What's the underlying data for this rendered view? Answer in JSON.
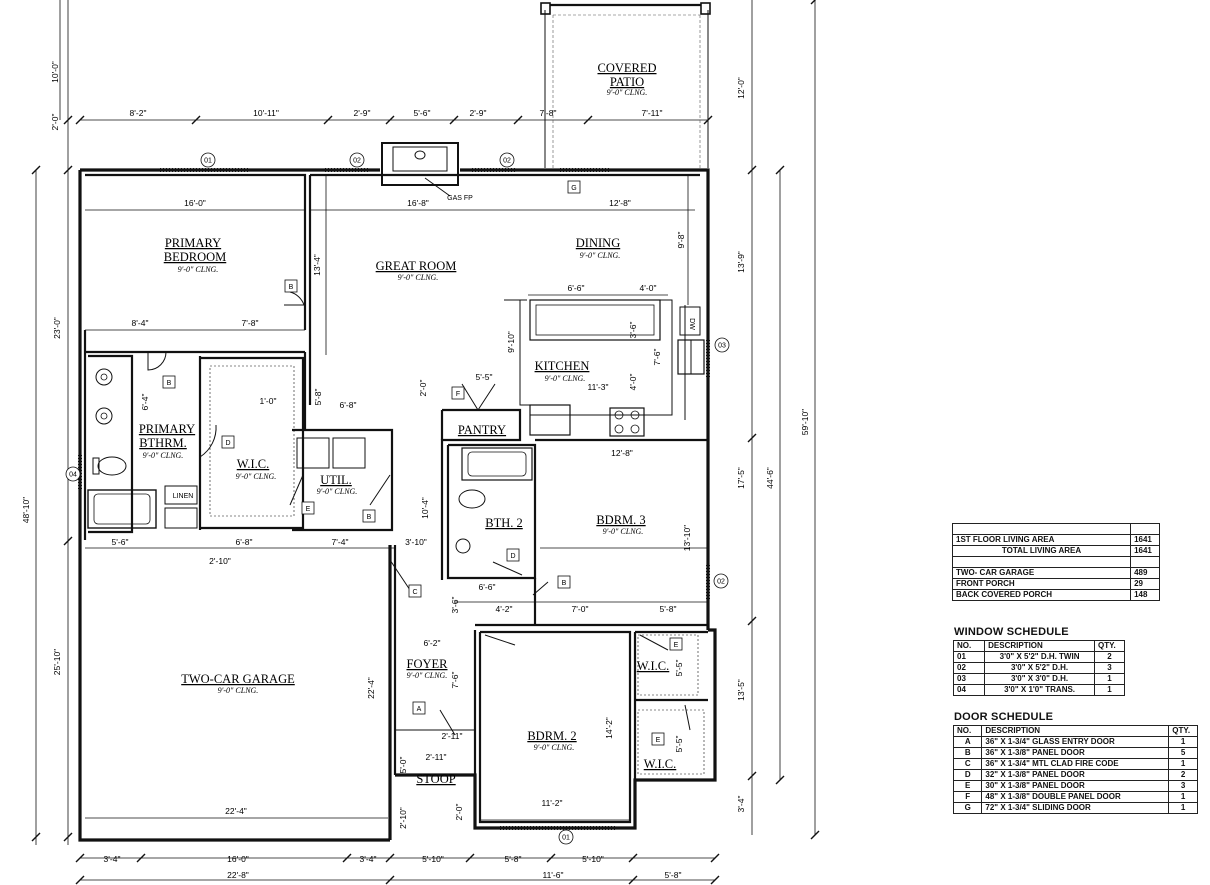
{
  "rooms": [
    {
      "id": "patio",
      "name": "COVERED",
      "name2": "PATIO",
      "clng": "9'-0\" CLNG."
    },
    {
      "id": "primary-bedroom",
      "name": "PRIMARY",
      "name2": "BEDROOM",
      "clng": "9'-0\" CLNG."
    },
    {
      "id": "great-room",
      "name": "GREAT ROOM",
      "clng": "9'-0\" CLNG."
    },
    {
      "id": "dining",
      "name": "DINING",
      "clng": "9'-0\" CLNG."
    },
    {
      "id": "kitchen",
      "name": "KITCHEN",
      "clng": "9'-0\" CLNG."
    },
    {
      "id": "pantry",
      "name": "PANTRY"
    },
    {
      "id": "primary-bath",
      "name": "PRIMARY",
      "name2": "BTHRM.",
      "clng": "9'-0\" CLNG."
    },
    {
      "id": "wic-primary",
      "name": "W.I.C.",
      "clng": "9'-0\" CLNG."
    },
    {
      "id": "util",
      "name": "UTIL.",
      "clng": "9'-0\" CLNG."
    },
    {
      "id": "bath2",
      "name": "BTH. 2"
    },
    {
      "id": "bdrm3",
      "name": "BDRM. 3",
      "clng": "9'-0\" CLNG."
    },
    {
      "id": "garage",
      "name": "TWO-CAR GARAGE",
      "clng": "9'-0\" CLNG."
    },
    {
      "id": "foyer",
      "name": "FOYER",
      "clng": "9'-0\" CLNG."
    },
    {
      "id": "bdrm2",
      "name": "BDRM. 2",
      "clng": "9'-0\" CLNG."
    },
    {
      "id": "wic-a",
      "name": "W.I.C."
    },
    {
      "id": "wic-b",
      "name": "W.I.C."
    },
    {
      "id": "stoop",
      "name": "STOOP"
    }
  ],
  "fixtures": {
    "linen": "LINEN",
    "gas_fp": "GAS FP",
    "dw": "DW"
  },
  "dimensions": {
    "top": [
      "8'-2\"",
      "10'-11\"",
      "2'-9\"",
      "5'-6\"",
      "2'-9\"",
      "7'-8\"",
      "7'-11\""
    ],
    "bottom_row1": [
      "3'-4\"",
      "16'-0\"",
      "3'-4\"",
      "5'-10\"",
      "5'-8\"",
      "5'-10\""
    ],
    "bottom_row2": [
      "22'-8\"",
      "11'-6\"",
      "5'-8\""
    ],
    "left": [
      "10'-0\"",
      "2'-0\"",
      "23'-0\"",
      "48'-10\"",
      "25'-10\""
    ],
    "right": [
      "12'-0\"",
      "13'-9\"",
      "17'-5\"",
      "59'-10\"",
      "44'-6\"",
      "13'-5\"",
      "3'-4\""
    ],
    "interior": [
      "16'-0\"",
      "16'-8\"",
      "12'-8\"",
      "13'-4\"",
      "9'-8\"",
      "8'-4\"",
      "7'-8\"",
      "6'-6\"",
      "4'-0\"",
      "9'-10\"",
      "3'-6\"",
      "7'-6\"",
      "5'-5\"",
      "11'-3\"",
      "4'-0\"",
      "2'-0\"",
      "6'-4\"",
      "1'-0\"",
      "5'-8\"",
      "6'-8\"",
      "12'-8\"",
      "10'-4\"",
      "13'-10\"",
      "5'-6\"",
      "6'-8\"",
      "7'-4\"",
      "3'-10\"",
      "2'-10\"",
      "6'-6\"",
      "4'-2\"",
      "7'-0\"",
      "5'-8\"",
      "3'-6\"",
      "6'-2\"",
      "7'-6\"",
      "22'-4\"",
      "2'-11\"",
      "2'-11\"",
      "5'-0\"",
      "2'-10\"",
      "2'-0\"",
      "11'-2\"",
      "14'-2\"",
      "5'-5\"",
      "5'-5\"",
      "22'-4\""
    ]
  },
  "door_tags": [
    "A",
    "B",
    "B",
    "B",
    "B",
    "C",
    "D",
    "D",
    "E",
    "E",
    "E",
    "F",
    "G"
  ],
  "window_tags": [
    "01",
    "01",
    "02",
    "02",
    "02",
    "03",
    "04"
  ],
  "area_table": {
    "rows": [
      {
        "label": "1ST FLOOR LIVING AREA",
        "value": "1641"
      },
      {
        "label": "TOTAL LIVING AREA",
        "value": "1641"
      },
      {
        "label": "TWO- CAR GARAGE",
        "value": "489"
      },
      {
        "label": "FRONT PORCH",
        "value": "29"
      },
      {
        "label": "BACK COVERED PORCH",
        "value": "148"
      }
    ]
  },
  "window_schedule": {
    "title": "WINDOW SCHEDULE",
    "headers": [
      "NO.",
      "DESCRIPTION",
      "QTY."
    ],
    "rows": [
      [
        "01",
        "3'0\" X 5'2\" D.H. TWIN",
        "2"
      ],
      [
        "02",
        "3'0\" X 5'2\" D.H.",
        "3"
      ],
      [
        "03",
        "3'0\" X 3'0\" D.H.",
        "1"
      ],
      [
        "04",
        "3'0\" X 1'0\" TRANS.",
        "1"
      ]
    ]
  },
  "door_schedule": {
    "title": "DOOR SCHEDULE",
    "headers": [
      "NO.",
      "DESCRIPTION",
      "QTY."
    ],
    "rows": [
      [
        "A",
        "36\" X 1-3/4\" GLASS ENTRY DOOR",
        "1"
      ],
      [
        "B",
        "36\" X 1-3/8\" PANEL DOOR",
        "5"
      ],
      [
        "C",
        "36\" X 1-3/4\" MTL CLAD FIRE CODE",
        "1"
      ],
      [
        "D",
        "32\" X 1-3/8\" PANEL DOOR",
        "2"
      ],
      [
        "E",
        "30\" X 1-3/8\" PANEL DOOR",
        "3"
      ],
      [
        "F",
        "48\" X 1-3/8\" DOUBLE PANEL DOOR",
        "1"
      ],
      [
        "G",
        "72\" X 1-3/4\" SLIDING DOOR",
        "1"
      ]
    ]
  }
}
